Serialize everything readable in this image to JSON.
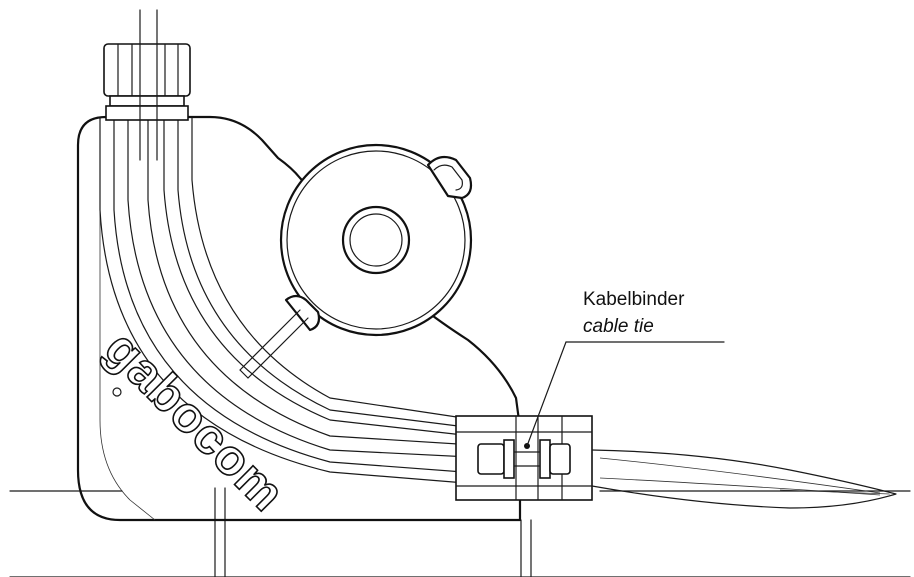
{
  "labels": {
    "primary": "Kabelbinder",
    "secondary": "cable tie"
  },
  "logo": {
    "text": "gabocom"
  },
  "colors": {
    "line": "#1a1a1a",
    "background": "#ffffff"
  }
}
